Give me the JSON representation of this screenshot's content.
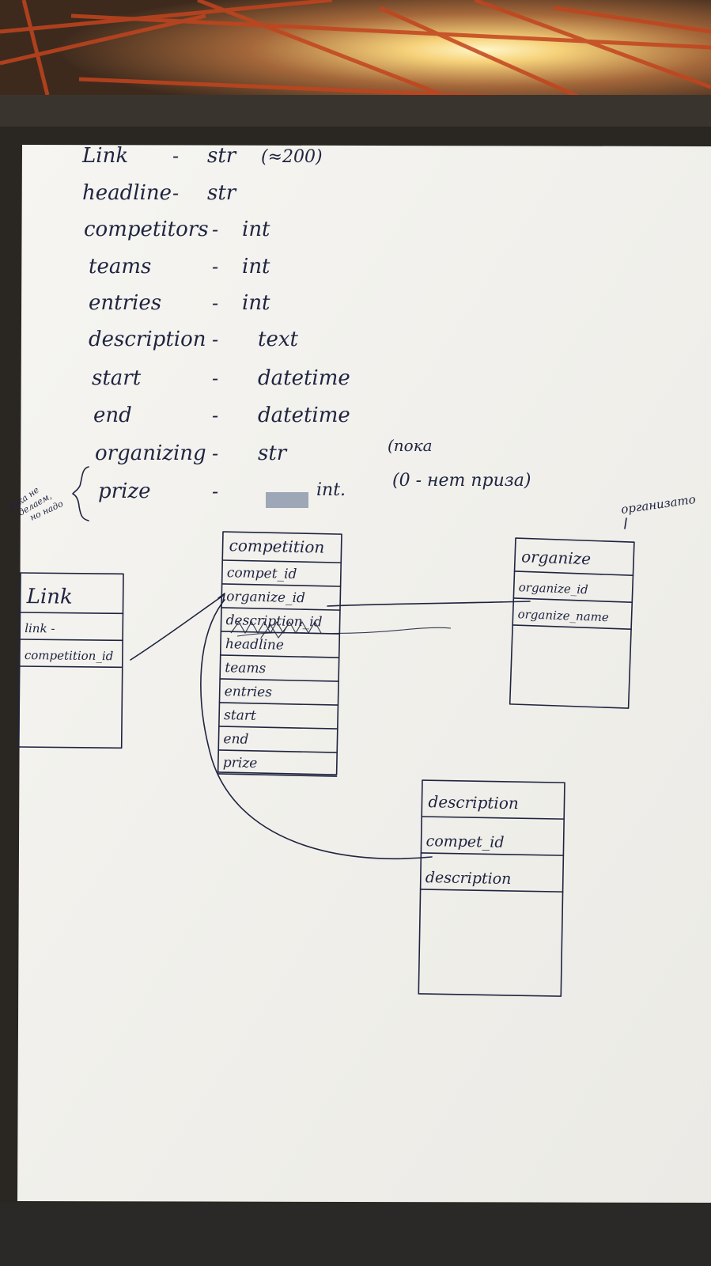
{
  "field_list": [
    {
      "name": "Link",
      "dash": "-",
      "type": "str",
      "note": "(≈200)"
    },
    {
      "name": "headline",
      "dash": "-",
      "type": "str",
      "note": ""
    },
    {
      "name": "competitors",
      "dash": "-",
      "type": "int",
      "note": ""
    },
    {
      "name": "teams",
      "dash": "-",
      "type": "int",
      "note": ""
    },
    {
      "name": "entries",
      "dash": "-",
      "type": "int",
      "note": ""
    },
    {
      "name": "description",
      "dash": "-",
      "type": "text",
      "note": ""
    },
    {
      "name": "start",
      "dash": "-",
      "type": "datetime",
      "note": ""
    },
    {
      "name": "end",
      "dash": "-",
      "type": "datetime",
      "note": ""
    },
    {
      "name": "organizing",
      "dash": "-",
      "type": "str",
      "note": "(пока"
    },
    {
      "name": "prize",
      "dash": "-",
      "type": "int.",
      "note": "(0 - нет приза)"
    }
  ],
  "side_note": [
    "пока не",
    "делаем,",
    "но надо"
  ],
  "top_right_note": "организато",
  "tables": {
    "link": {
      "title": "Link",
      "fields": [
        "link -",
        "competition_id"
      ]
    },
    "competition": {
      "title": "competition",
      "fields": [
        "compet_id",
        "organize_id",
        "description_id",
        "headline",
        "teams",
        "entries",
        "start",
        "end",
        "prize"
      ]
    },
    "organize": {
      "title": "organize",
      "fields": [
        "organize_id",
        "organize_name"
      ]
    },
    "description": {
      "title": "description",
      "fields": [
        "compet_id",
        "description"
      ]
    }
  },
  "colors": {
    "ink": "#1f2440",
    "paper": "#f3f2ee",
    "background": "#2a2622",
    "lamp": "#f6d27a",
    "wires": "#c2441e"
  }
}
